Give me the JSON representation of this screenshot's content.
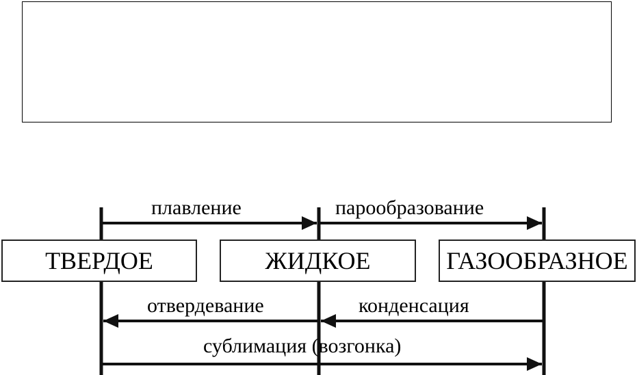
{
  "states": {
    "solid": "ТВЕРДОЕ",
    "liquid": "ЖИДКОЕ",
    "gas": "ГАЗООБРАЗНОЕ"
  },
  "transitions": {
    "melting": "плавление",
    "vaporization": "парообразование",
    "solidification": "отвердевание",
    "condensation": "конденсация",
    "sublimation": "сублимация (возгонка)"
  }
}
